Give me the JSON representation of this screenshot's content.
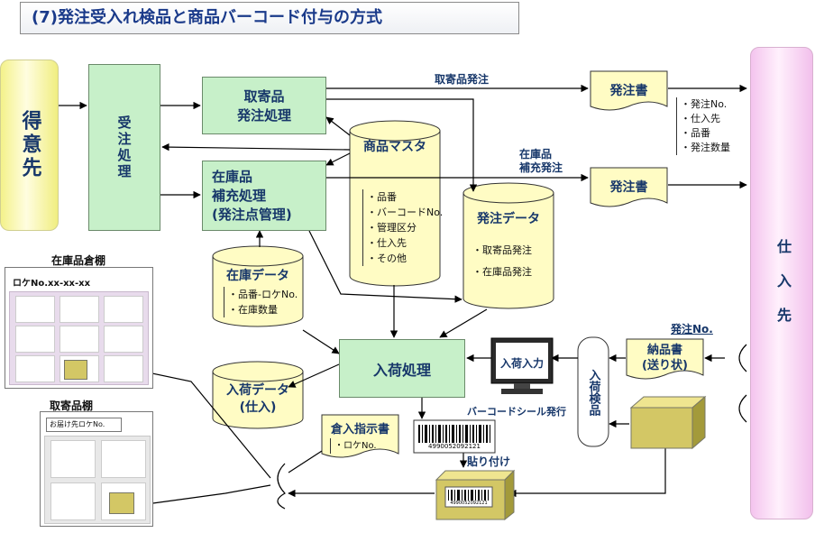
{
  "title": "(7)発注受入れ検品と商品バーコード付与の方式",
  "customer": {
    "label": "得意先"
  },
  "supplier": {
    "label": "仕入先"
  },
  "process": {
    "order_receive": "受注処理",
    "special_order": [
      "取寄品",
      "発注処理"
    ],
    "stock_replenish": [
      "在庫品",
      "補充処理",
      "(発注点管理)"
    ],
    "receiving": "入荷処理",
    "inspection": "入荷検品"
  },
  "product_master": {
    "title": "商品マスタ",
    "items": [
      "品番",
      "バーコードNo.",
      "管理区分",
      "仕入先",
      "その他"
    ]
  },
  "order_data": {
    "title": "発注データ",
    "items": [
      "取寄品発注",
      "在庫品発注"
    ]
  },
  "stock_data": {
    "title": "在庫データ",
    "items": [
      "品番-ロケNo.",
      "在庫数量"
    ]
  },
  "receipt_data": {
    "title": [
      "入荷データ",
      "(仕入)"
    ]
  },
  "order_form": {
    "label": "発注書",
    "items": [
      "発注No.",
      "仕入先",
      "品番",
      "発注数量"
    ]
  },
  "labels": {
    "special_order_flow": "取寄品発注",
    "stock_order_flow": [
      "在庫品",
      "補充発注"
    ],
    "order_no": "発注No.",
    "barcode_issue": "バーコードシール発行",
    "paste": "貼り付け",
    "stock_shelf": "在庫品倉棚",
    "location_code": "ロケNo.xx-xx-xx",
    "special_shelf": "取寄品棚",
    "delivery_loc": "お届け先ロケNo.",
    "terminal": "入荷入力",
    "barcode_number": "4990052092121",
    "barcode_number_small": "4990052092121"
  },
  "delivery_note": [
    "納品書",
    "(送り状)"
  ],
  "store_instruction": {
    "title": "倉入指示書",
    "items": [
      "ロケNo."
    ]
  },
  "colors": {
    "process_fill": "#c7f0c9",
    "text": "#17376a",
    "data_fill": "#fffcc4",
    "customer": "#f4f28a",
    "supplier": "#f4c4ee"
  }
}
